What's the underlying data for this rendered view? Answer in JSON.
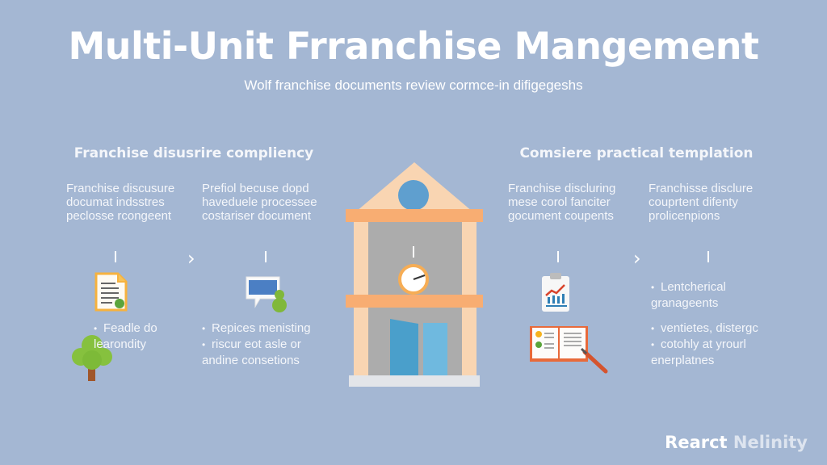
{
  "header": {
    "title": "Multi-Unit  Frranchise Mangement",
    "subtitle": "Wolf franchise documents review cormce-in difigegeshs"
  },
  "left_section": {
    "title": "Franchise disusrire compliency",
    "columns": [
      {
        "text": "Franchise discusure\ndocumat indsstres\npeclosse rcongeent"
      },
      {
        "text": "Prefiol becuse dopd\nhaveduele processee\ncostariser document"
      }
    ],
    "bullets_a": [
      "Feadle do\nlearondity"
    ],
    "bullets_b": [
      "Repices menisting",
      "riscur eot asle or\nandine consetions"
    ]
  },
  "right_section": {
    "title": "Comsiere practical templation",
    "columns": [
      {
        "text": "Franchise discluring\nmese corol fanciter\ngocument coupents"
      },
      {
        "text": "Franchisse disclure\ncouprtent difenty\nprolicenpions"
      }
    ],
    "bullets_a": [
      "Lentcherical\ngranageents"
    ],
    "bullets_b": [
      "ventietes, distergc",
      "cotohly at yrourl\nenerplatnes"
    ]
  },
  "icons": {
    "left_1": "document-icon",
    "left_2": "monitor-chat-icon",
    "left_tree": "tree-icon",
    "center": "building-icon",
    "right_1": "clipboard-chart-icon",
    "right_2": "open-book-icon"
  },
  "colors": {
    "background": "#a4b7d3",
    "building_peach": "#f9d5b2",
    "building_orange": "#f8ad72",
    "building_gray": "#acacac",
    "door_blue": "#5aa5cd"
  },
  "footer": {
    "brand_part1": "Rearct",
    "brand_part2": "Nelinity"
  }
}
